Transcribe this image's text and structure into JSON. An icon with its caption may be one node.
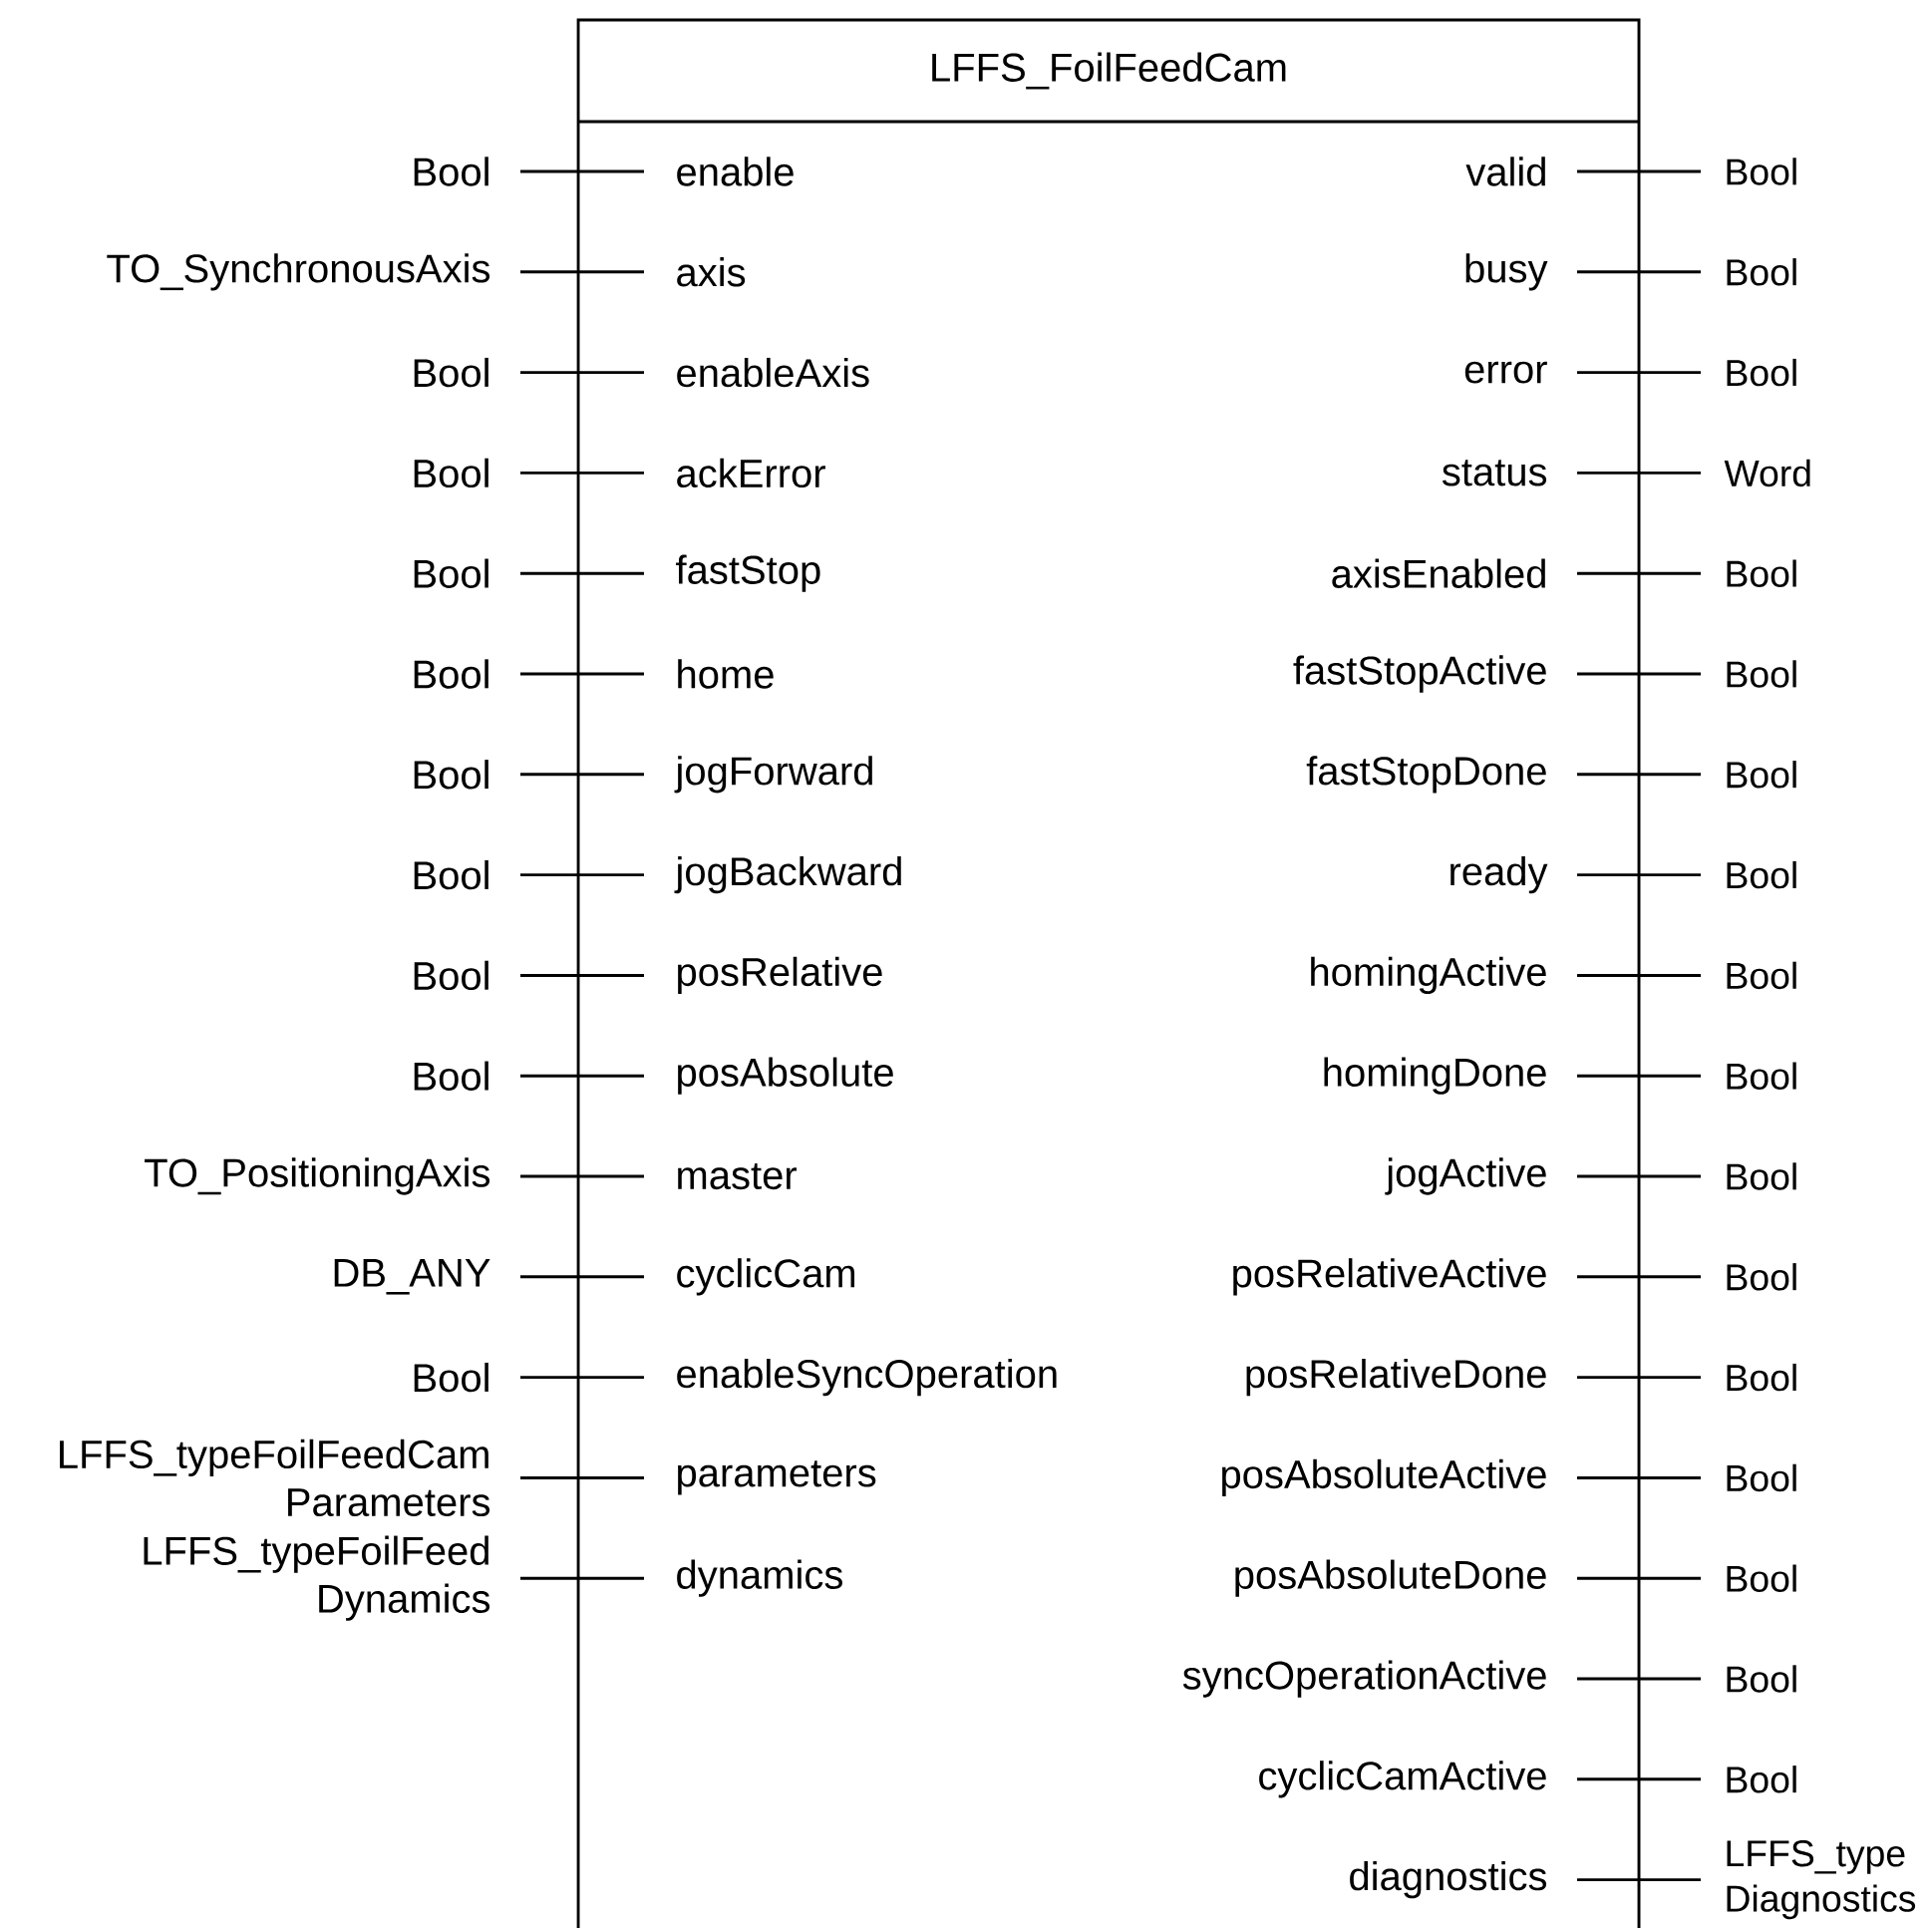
{
  "diagram": {
    "nodes": [
      {
        "text": [
          "LFFS_FoilFeedCam"
        ]
      },
      {
        "text": [
          "enable"
        ],
        "in": 0
      },
      {
        "text": [
          "axis"
        ],
        "in": 0
      },
      {
        "text": [
          "enableAxis"
        ],
        "in": 0
      },
      {
        "text": [
          "ackError"
        ],
        "in": 0
      },
      {
        "text": [
          "fastStop"
        ],
        "in": 0
      },
      {
        "text": [
          "home"
        ],
        "in": 0
      },
      {
        "text": [
          "jogForward"
        ],
        "in": 0
      },
      {
        "text": [
          "jogBackward"
        ],
        "in": 0
      },
      {
        "text": [
          "posRelative"
        ],
        "in": 0
      },
      {
        "text": [
          "posAbsolute"
        ],
        "in": 0
      },
      {
        "text": [
          "master"
        ],
        "in": 0
      },
      {
        "text": [
          "cyclicCam"
        ],
        "in": 0
      },
      {
        "text": [
          "enableSyncOperation"
        ],
        "in": 0
      },
      {
        "text": [
          "parameters"
        ],
        "in": 0
      },
      {
        "text": [
          "dynamics"
        ],
        "in": 0
      },
      {
        "text": [
          "valid"
        ],
        "in": 0
      },
      {
        "text": [
          "busy"
        ],
        "in": 0
      },
      {
        "text": [
          "error"
        ],
        "in": 0
      },
      {
        "text": [
          "status"
        ],
        "in": 0
      },
      {
        "text": [
          "axisEnabled"
        ],
        "in": 0
      },
      {
        "text": [
          "fastStopActive"
        ],
        "in": 0
      },
      {
        "text": [
          "fastStopDone"
        ],
        "in": 0
      },
      {
        "text": [
          "ready"
        ],
        "in": 0
      },
      {
        "text": [
          "homingActive"
        ],
        "in": 0
      },
      {
        "text": [
          "homingDone"
        ],
        "in": 0
      },
      {
        "text": [
          "jogActive"
        ],
        "in": 0
      },
      {
        "text": [
          "posRelativeActive"
        ],
        "in": 0
      },
      {
        "text": [
          "posRelativeDone"
        ],
        "in": 0
      },
      {
        "text": [
          "posAbsoluteActive"
        ],
        "in": 0
      },
      {
        "text": [
          "posAbsoluteDone"
        ],
        "in": 0
      },
      {
        "text": [
          "syncOperationActive"
        ],
        "in": 0
      },
      {
        "text": [
          "cyclicCamActive"
        ],
        "in": 0
      },
      {
        "text": [
          "diagnostics"
        ],
        "in": 0
      },
      {
        "text": [
          "Bool"
        ]
      },
      {
        "text": [
          "TO_SynchronousAxis"
        ]
      },
      {
        "text": [
          "Bool"
        ]
      },
      {
        "text": [
          "Bool"
        ]
      },
      {
        "text": [
          "Bool"
        ]
      },
      {
        "text": [
          "Bool"
        ]
      },
      {
        "text": [
          "Bool"
        ]
      },
      {
        "text": [
          "Bool"
        ]
      },
      {
        "text": [
          "Bool"
        ]
      },
      {
        "text": [
          "Bool"
        ]
      },
      {
        "text": [
          "TO_PositioningAxis"
        ]
      },
      {
        "text": [
          "DB_ANY"
        ]
      },
      {
        "text": [
          "Bool"
        ]
      },
      {
        "text": [
          "LFFS_typeFoilFeedCam Parameters"
        ]
      },
      {
        "text": [
          "LFFS_typeFoilFeed Dynamics"
        ]
      },
      {
        "text": [
          "Bool"
        ]
      },
      {
        "text": [
          "Bool"
        ]
      },
      {
        "text": [
          "Bool"
        ]
      },
      {
        "text": [
          "Word"
        ]
      },
      {
        "text": [
          "Bool"
        ]
      },
      {
        "text": [
          "Bool"
        ]
      },
      {
        "text": [
          "Bool"
        ]
      },
      {
        "text": [
          "Bool"
        ]
      },
      {
        "text": [
          "Bool"
        ]
      },
      {
        "text": [
          "Bool"
        ]
      },
      {
        "text": [
          "Bool"
        ]
      },
      {
        "text": [
          "Bool"
        ]
      },
      {
        "text": [
          "Bool"
        ]
      },
      {
        "text": [
          "Bool"
        ]
      },
      {
        "text": [
          "Bool"
        ]
      },
      {
        "text": [
          "Bool"
        ]
      },
      {
        "text": [
          "Bool"
        ]
      },
      {
        "text": [
          "LFFS_type Diagnostics"
        ]
      }
    ],
    "edges": [
      {
        "from": 34,
        "to": 1,
        "arrow": "none"
      },
      {
        "from": 35,
        "to": 2,
        "arrow": "none"
      },
      {
        "from": 36,
        "to": 3,
        "arrow": "none"
      },
      {
        "from": 37,
        "to": 4,
        "arrow": "none"
      },
      {
        "from": 38,
        "to": 5,
        "arrow": "none"
      },
      {
        "from": 39,
        "to": 6,
        "arrow": "none"
      },
      {
        "from": 40,
        "to": 7,
        "arrow": "none"
      },
      {
        "from": 41,
        "to": 8,
        "arrow": "none"
      },
      {
        "from": 42,
        "to": 9,
        "arrow": "none"
      },
      {
        "from": 43,
        "to": 10,
        "arrow": "none"
      },
      {
        "from": 44,
        "to": 11,
        "arrow": "none"
      },
      {
        "from": 45,
        "to": 12,
        "arrow": "none"
      },
      {
        "from": 46,
        "to": 13,
        "arrow": "none"
      },
      {
        "from": 47,
        "to": 14,
        "arrow": "none"
      },
      {
        "from": 48,
        "to": 15,
        "arrow": "none"
      },
      {
        "from": 16,
        "to": 49,
        "arrow": "none"
      },
      {
        "from": 17,
        "to": 50,
        "arrow": "none"
      },
      {
        "from": 18,
        "to": 51,
        "arrow": "none"
      },
      {
        "from": 19,
        "to": 52,
        "arrow": "none"
      },
      {
        "from": 20,
        "to": 53,
        "arrow": "none"
      },
      {
        "from": 21,
        "to": 54,
        "arrow": "none"
      },
      {
        "from": 22,
        "to": 55,
        "arrow": "none"
      },
      {
        "from": 23,
        "to": 56,
        "arrow": "none"
      },
      {
        "from": 24,
        "to": 57,
        "arrow": "none"
      },
      {
        "from": 25,
        "to": 58,
        "arrow": "none"
      },
      {
        "from": 26,
        "to": 59,
        "arrow": "none"
      },
      {
        "from": 27,
        "to": 60,
        "arrow": "none"
      },
      {
        "from": 28,
        "to": 61,
        "arrow": "none"
      },
      {
        "from": 29,
        "to": 62,
        "arrow": "none"
      },
      {
        "from": 30,
        "to": 63,
        "arrow": "none"
      },
      {
        "from": 31,
        "to": 64,
        "arrow": "none"
      },
      {
        "from": 32,
        "to": 65,
        "arrow": "none"
      },
      {
        "from": 33,
        "to": 66,
        "arrow": "none"
      }
    ]
  }
}
